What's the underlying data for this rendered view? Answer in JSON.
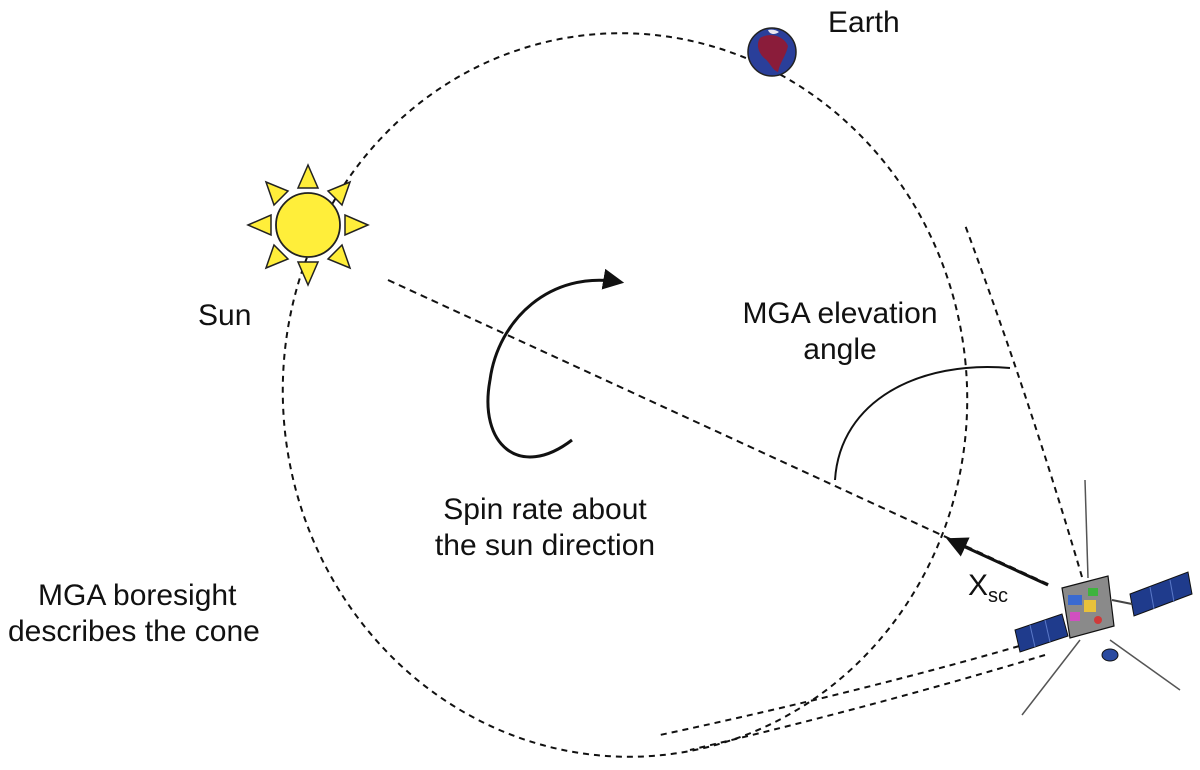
{
  "labels": {
    "earth": "Earth",
    "sun": "Sun",
    "mga_elevation_line1": "MGA elevation",
    "mga_elevation_line2": "angle",
    "spin_line1": "Spin rate about",
    "spin_line2": "the sun direction",
    "boresight_line1": "MGA boresight",
    "boresight_line2": "describes the cone",
    "xsc_main": "X",
    "xsc_sub": "sc"
  },
  "colors": {
    "sun_fill": "#ffee3a",
    "sun_ray_fill": "#ffee3a",
    "outline": "#222222",
    "earth_ocean": "#2a3f9a",
    "earth_land": "#8a1c3a",
    "panel_blue": "#1f3b8c",
    "spacecraft_body": "#8a8a8a"
  },
  "icons": {
    "sun": "sun-icon",
    "earth": "earth-icon",
    "spacecraft": "spacecraft-icon"
  }
}
